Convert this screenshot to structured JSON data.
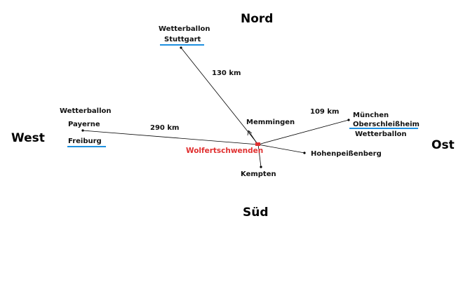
{
  "directions": {
    "north": "Nord",
    "south": "Süd",
    "west": "West",
    "east": "Ost"
  },
  "center": {
    "name": "Wolfertschwenden",
    "color": "#e03030"
  },
  "stations": {
    "stuttgart": {
      "line1": "Wetterballon",
      "line2": "Stuttgart",
      "distance": "130 km"
    },
    "payerne": {
      "line1": "Wetterballon",
      "line2": "Payerne",
      "line3": "Freiburg",
      "distance": "290 km"
    },
    "muenchen": {
      "line1": "München",
      "line2": "Oberschleißheim",
      "line3": "Wetterballon",
      "distance": "109 km"
    },
    "memmingen": {
      "name": "Memmingen"
    },
    "hohenpeissenberg": {
      "name": "Hohenpeißenberg"
    },
    "kempten": {
      "name": "Kempten"
    }
  },
  "colors": {
    "underline": "#1e90e0",
    "line": "#000000"
  }
}
